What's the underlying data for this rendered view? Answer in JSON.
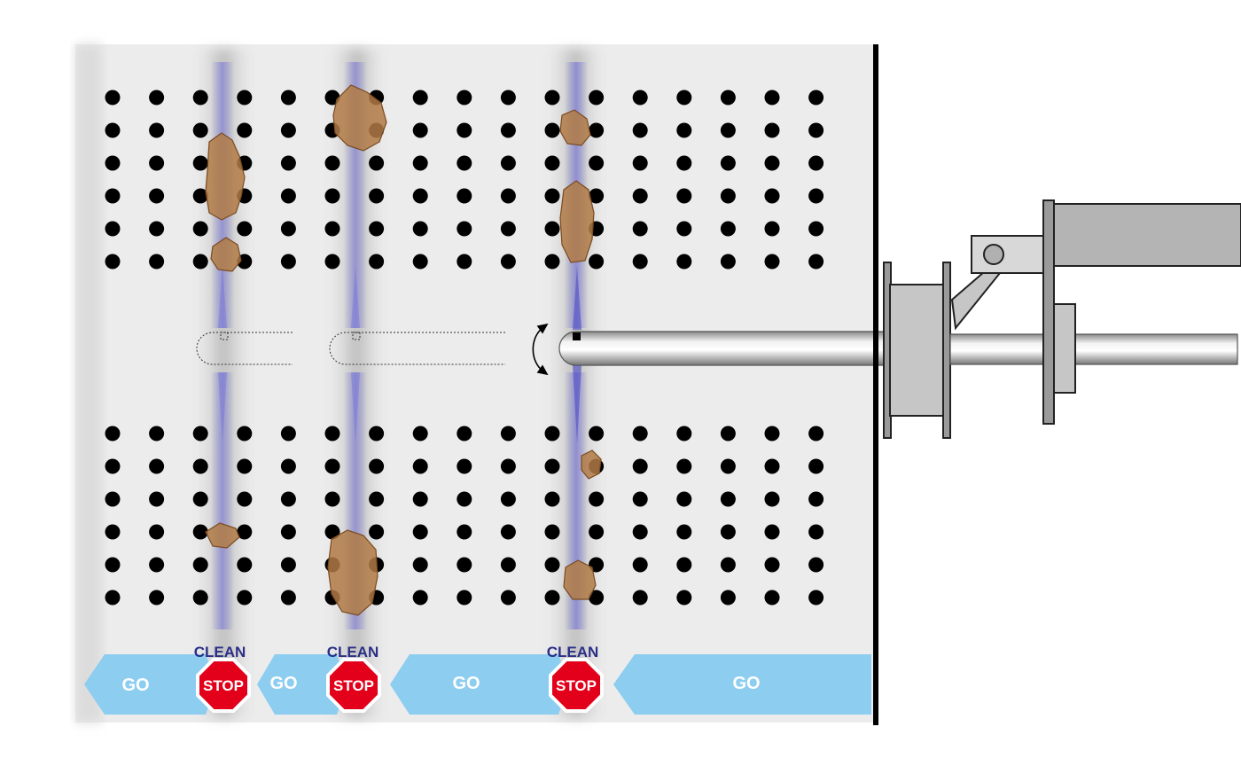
{
  "labels": {
    "go": "GO",
    "clean": "CLEAN",
    "stop": "STOP"
  },
  "zones": [
    {
      "type": "go",
      "label": "GO"
    },
    {
      "type": "stop",
      "clean_label": "CLEAN",
      "stop_label": "STOP"
    },
    {
      "type": "go",
      "label": "GO"
    },
    {
      "type": "stop",
      "clean_label": "CLEAN",
      "stop_label": "STOP"
    },
    {
      "type": "go",
      "label": "GO"
    },
    {
      "type": "stop",
      "clean_label": "CLEAN",
      "stop_label": "STOP"
    },
    {
      "type": "go",
      "label": "GO"
    }
  ],
  "hole_grid": {
    "rows_per_bank": 6,
    "columns": 17,
    "banks": 2
  },
  "colors": {
    "panel": "#ececec",
    "hole": "#000000",
    "go_arrow": "#8ccdf0",
    "stop_sign": "#e2001a",
    "clean_text": "#2b2f86",
    "deposit": "#b07a45",
    "steam_jet": "#7a78d6",
    "steel": "#b9b9b9"
  },
  "icons": [
    "rotation-arrow-icon",
    "stop-sign-icon",
    "go-arrow-icon",
    "deposit-icon",
    "pivot-bolt-icon"
  ]
}
